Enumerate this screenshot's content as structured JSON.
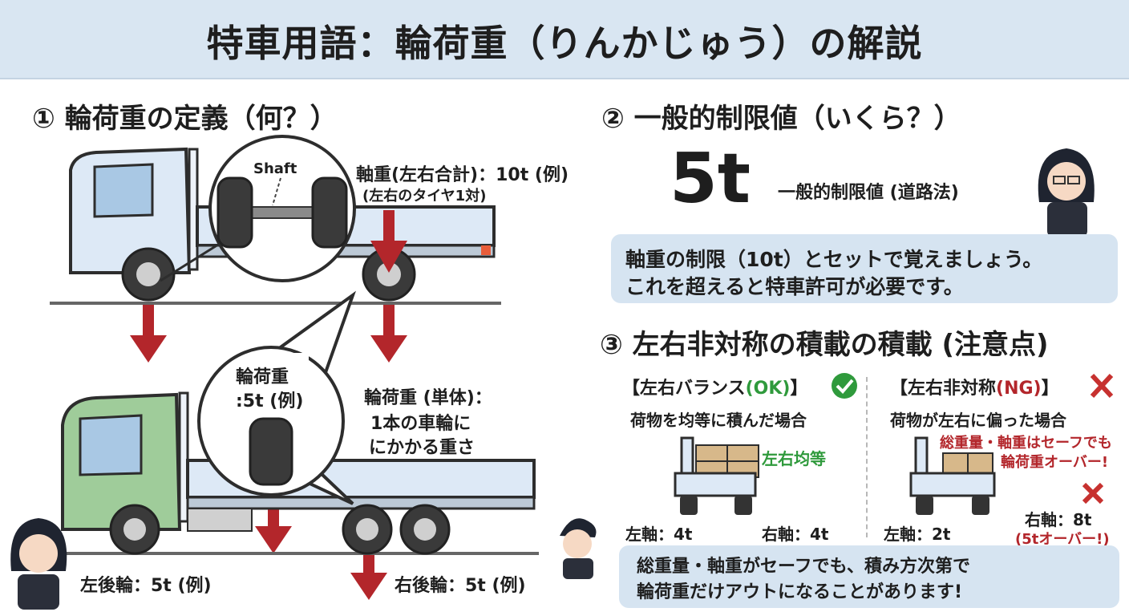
{
  "title": "特車用語：輪荷重（りんかじゅう）の解説",
  "section1": {
    "heading": "① 輪荷重の定義（何？）",
    "shaft_label": "Shaft",
    "axle_load_line1": "軸重(左右合計)：10t (例)",
    "axle_load_line2": "(左右のタイヤ1対)",
    "wheel_load_bubble_line1": "輪荷重",
    "wheel_load_bubble_line2": ":5t (例)",
    "single_line1": "輪荷重 (単体)：",
    "single_line2": "1本の車輪に",
    "single_line3": "にかかる重さ",
    "left_rear": "左後輪：5t (例)",
    "right_rear": "右後輪：5t (例)"
  },
  "section2": {
    "heading": "② 一般的制限値（いくら？）",
    "big_value": "5t",
    "limit_label": "一般的制限値 (道路法)",
    "note_line1": "軸重の制限（10t）とセットで覚えましょう。",
    "note_line2": "これを超えると特車許可が必要です。"
  },
  "section3": {
    "heading": "③ 左右非対称の積載の積載 (注意点)",
    "ok": {
      "title_prefix": "【左右バランス",
      "title_status": "(OK)",
      "title_suffix": "】",
      "subtitle": "荷物を均等に積んだ場合",
      "badge": "左右均等",
      "left_axle": "左軸：4t",
      "right_axle": "右軸：4t"
    },
    "ng": {
      "title_prefix": "【左右非対称",
      "title_status": "(NG)",
      "title_suffix": "】",
      "subtitle": "荷物が左右に偏った場合",
      "warn_line1": "総重量・軸重はセーフでも",
      "warn_line2": "輪荷重オーバー!",
      "left_axle": "左軸：2t",
      "right_axle": "右軸：8t",
      "over": "(5tオーバー!)"
    },
    "bottom_line1": "総重量・軸重がセーフでも、積み方次第で",
    "bottom_line2": "輪荷重だけアウトになることがあります!"
  },
  "colors": {
    "title_bg": "#d9e6f2",
    "box_bg": "#d6e4f1",
    "arrow_red": "#b3262b",
    "ok_green": "#2f9a3c",
    "truck_blue": "#dde9f6",
    "truck_green": "#9fcc9a"
  }
}
